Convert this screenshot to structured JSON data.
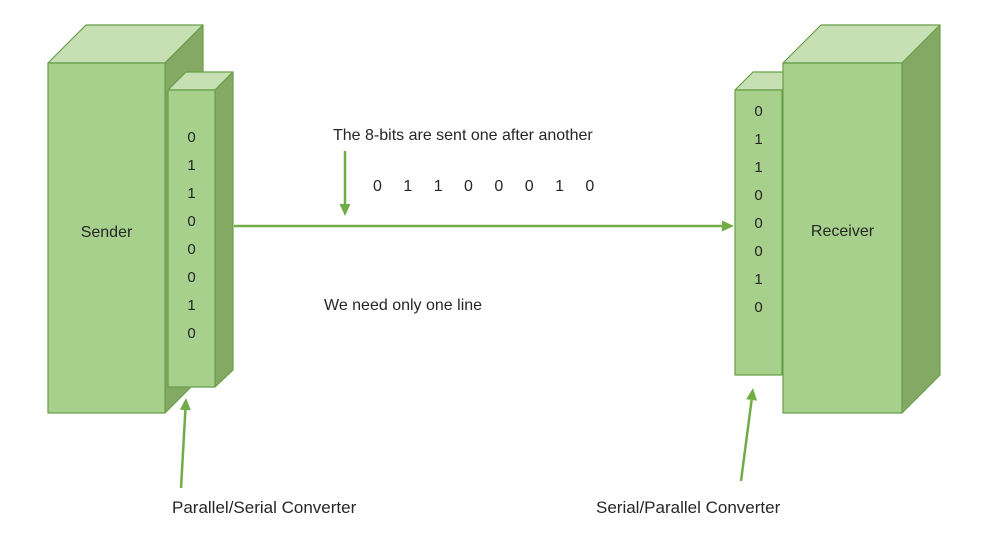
{
  "colors": {
    "box_front": "#a8d08d",
    "box_top": "#c6e0b4",
    "box_side": "#84a964",
    "arrow": "#70ad47",
    "text": "#262626"
  },
  "sender": {
    "label": "Sender",
    "converter_bits": "0\n1\n1\n0\n0\n0\n1\n0",
    "converter_label": "Parallel/Serial Converter"
  },
  "receiver": {
    "label": "Receiver",
    "converter_bits": "0\n1\n1\n0\n0\n0\n1\n0",
    "converter_label": "Serial/Parallel Converter"
  },
  "channel": {
    "caption": "The 8-bits are sent one after another",
    "bits": "0 1 1 0 0 0 1 0",
    "note": "We need only one line"
  }
}
